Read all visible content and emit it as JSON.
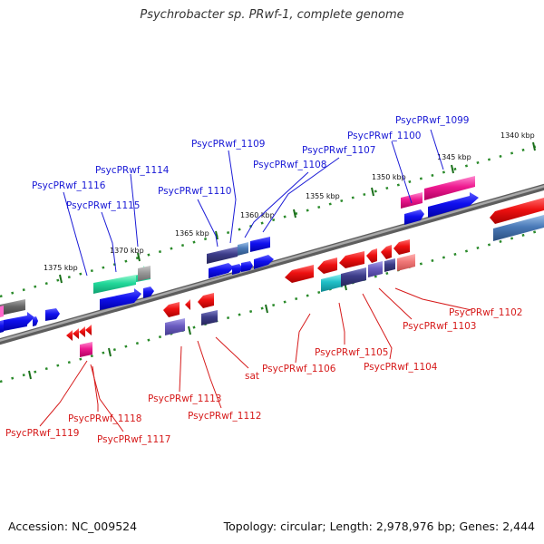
{
  "title": "Psychrobacter sp. PRwf-1, complete genome",
  "footer": {
    "accession": "Accession: NC_009524",
    "topology": "Topology: circular; Length: 2,978,976 bp; Genes: 2,444"
  },
  "colors": {
    "forward_label": "#1a1ad6",
    "reverse_label": "#d61a1a",
    "backbone": "#8c8c8c",
    "tick": "#2a8a2a"
  },
  "ticks": [
    "1340 kbp",
    "1345 kbp",
    "1350 kbp",
    "1355 kbp",
    "1360 kbp",
    "1365 kbp",
    "1370 kbp",
    "1375 kbp"
  ],
  "forward_genes": [
    "PsycPRwf_1099",
    "PsycPRwf_1100",
    "PsycPRwf_1107",
    "PsycPRwf_1108",
    "PsycPRwf_1109",
    "PsycPRwf_1110",
    "PsycPRwf_1114",
    "PsycPRwf_1115",
    "PsycPRwf_1116"
  ],
  "reverse_genes": [
    "PsycPRwf_1102",
    "PsycPRwf_1103",
    "PsycPRwf_1104",
    "PsycPRwf_1105",
    "PsycPRwf_1106",
    "sat",
    "PsycPRwf_1112",
    "PsycPRwf_1113",
    "PsycPRwf_1117",
    "PsycPRwf_1118",
    "PsycPRwf_1119"
  ]
}
